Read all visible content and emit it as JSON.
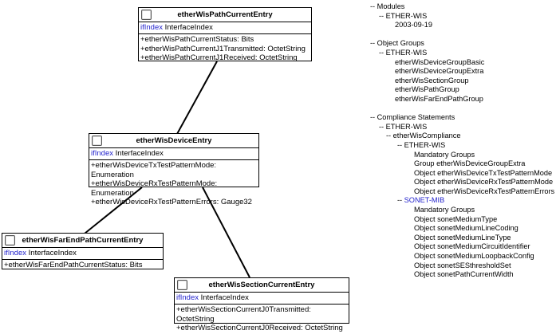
{
  "entities": {
    "path_current": {
      "title": "etherWisPathCurrentEntry",
      "index_name": "ifIndex",
      "index_type": "InterfaceIndex",
      "attributes": [
        "+etherWisPathCurrentStatus: Bits",
        "+etherWisPathCurrentJ1Transmitted: OctetString",
        "+etherWisPathCurrentJ1Received: OctetString"
      ]
    },
    "device": {
      "title": "etherWisDeviceEntry",
      "index_name": "ifIndex",
      "index_type": "InterfaceIndex",
      "attributes": [
        "+etherWisDeviceTxTestPatternMode: Enumeration",
        "+etherWisDeviceRxTestPatternMode: Enumeration",
        "+etherWisDeviceRxTestPatternErrors: Gauge32"
      ]
    },
    "far_end": {
      "title": "etherWisFarEndPathCurrentEntry",
      "index_name": "ifIndex",
      "index_type": "InterfaceIndex",
      "attributes": [
        "+etherWisFarEndPathCurrentStatus: Bits"
      ]
    },
    "section": {
      "title": "etherWisSectionCurrentEntry",
      "index_name": "ifIndex",
      "index_type": "InterfaceIndex",
      "attributes": [
        "+etherWisSectionCurrentJ0Transmitted: OctetString",
        "+etherWisSectionCurrentJ0Received: OctetString"
      ]
    }
  },
  "tree": {
    "modules_heading": "-- Modules",
    "module_name": "-- ETHER-WIS",
    "module_date": "2003-09-19",
    "groups_heading": "-- Object Groups",
    "groups_module": "-- ETHER-WIS",
    "groups": [
      "etherWisDeviceGroupBasic",
      "etherWisDeviceGroupExtra",
      "etherWisSectionGroup",
      "etherWisPathGroup",
      "etherWisFarEndPathGroup"
    ],
    "compliance_heading": "-- Compliance Statements",
    "compliance_module": "-- ETHER-WIS",
    "compliance_name": "-- etherWisCompliance",
    "ether_wis_heading": "-- ETHER-WIS",
    "ether_wis_items": [
      "Mandatory Groups",
      "Group etherWisDeviceGroupExtra",
      "Object etherWisDeviceTxTestPatternMode",
      "Object etherWisDeviceRxTestPatternMode",
      "Object etherWisDeviceRxTestPatternErrors"
    ],
    "sonet_prefix": "-- ",
    "sonet_link": "SONET-MIB",
    "sonet_items": [
      "Mandatory Groups",
      "Object sonetMediumType",
      "Object sonetMediumLineCoding",
      "Object sonetMediumLineType",
      "Object sonetMediumCircuitIdentifier",
      "Object sonetMediumLoopbackConfig",
      "Object sonetSESthresholdSet",
      "Object sonetPathCurrentWidth"
    ]
  }
}
